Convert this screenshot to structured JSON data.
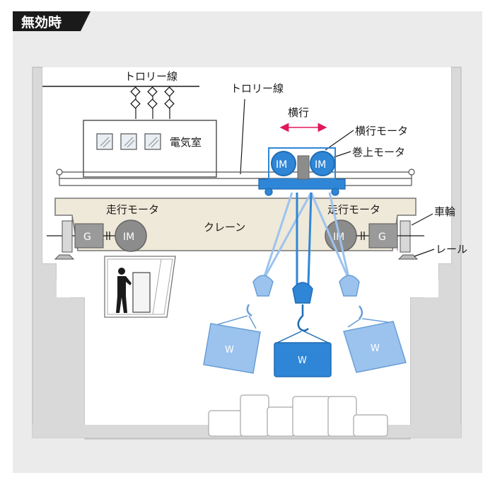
{
  "badge": {
    "text": "無効時"
  },
  "labels": {
    "trolley_wire_top": "トロリー線",
    "trolley_wire_side": "トロリー線",
    "traverse": "横行",
    "traverse_motor": "横行モータ",
    "hoist_motor": "巻上モータ",
    "electric_room": "電気室",
    "travel_motor_left": "走行モータ",
    "travel_motor_right": "走行モータ",
    "wheel": "車輪",
    "rail": "レール",
    "crane": "クレーン",
    "generator": "G",
    "induction_motor": "IM",
    "weight": "W"
  },
  "colors": {
    "background_panel": "#ebebeb",
    "building": "#d9d9d9",
    "crane_body": "#efe9d9",
    "hoist_blue": "#2f86d6",
    "hoist_light": "#9cc3ee",
    "traverse_arrow": "#e0185a",
    "motor_gray": "#8c8c8c"
  }
}
